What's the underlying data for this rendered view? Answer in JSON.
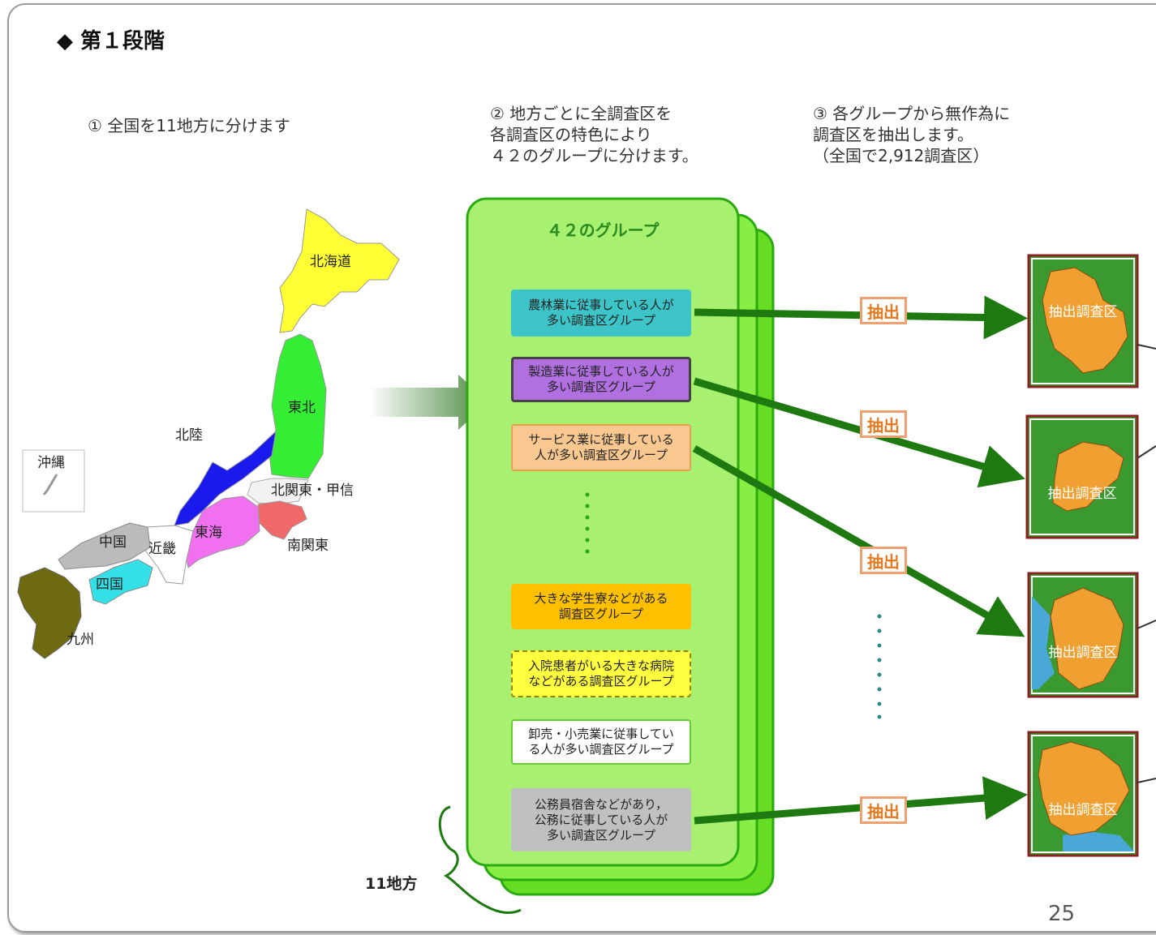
{
  "stage_title": "◆ 第１段階",
  "steps": {
    "step1": "① 全国を11地方に分けます",
    "step2": "② 地方ごとに全調査区を\n各調査区の特色により\n４２のグループに分けます。",
    "step3": "③ 各グループから無作為に\n調査区を抽出します。\n（全国で2,912調査区）"
  },
  "regions": {
    "hokkaido": "北海道",
    "tohoku": "東北",
    "hokuriku": "北陸",
    "kita_kanto": "北関東・甲信",
    "minami_kanto": "南関東",
    "tokai": "東海",
    "kinki": "近畿",
    "chugoku": "中国",
    "shikoku": "四国",
    "kyushu": "九州",
    "okinawa": "沖縄"
  },
  "groups_title": "４２のグループ",
  "groups": [
    {
      "label": "農林業に従事している人が\n多い調査区グループ",
      "color": "#3cc4c8"
    },
    {
      "label": "製造業に従事している人が\n多い調査区グループ",
      "color": "#b070e0"
    },
    {
      "label": "サービス業に従事している\n人が多い調査区グループ",
      "color": "#f8c890"
    },
    {
      "label": "大きな学生寮などがある\n調査区グループ",
      "color": "#ffc000"
    },
    {
      "label": "入院患者がいる大きな病院\nなどがある調査区グループ",
      "color": "#ffff40"
    },
    {
      "label": "卸売・小売業に従事してい\nる人が多い調査区グループ",
      "color": "#ffffff"
    },
    {
      "label": "公務員宿舎などがあり，\n公務に従事している人が\n多い調査区グループ",
      "color": "#c0c0c0"
    }
  ],
  "extract_label": "抽出",
  "sample_label": "抽出調査区",
  "regions_count_label": "11地方",
  "page_number": "25",
  "colors": {
    "arrow": "#1e7a10",
    "panel": "#a8f070",
    "panel_border": "#2aaa10"
  }
}
